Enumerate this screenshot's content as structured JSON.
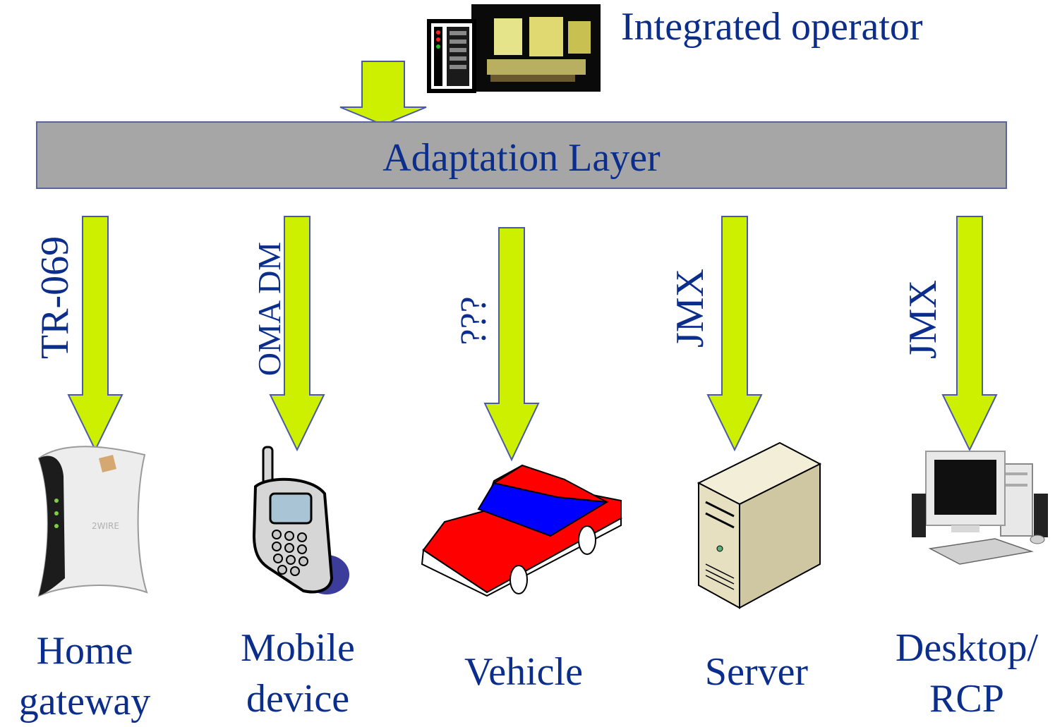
{
  "operator": {
    "label": "Integrated operator"
  },
  "adaptation_layer": {
    "label": "Adaptation Layer"
  },
  "protocols": [
    {
      "label": "TR-069"
    },
    {
      "label": "OMA DM"
    },
    {
      "label": "???"
    },
    {
      "label": "JMX"
    },
    {
      "label": "JMX"
    }
  ],
  "devices": [
    {
      "line1": "Home",
      "line2": "gateway",
      "icon": "home-gateway-icon"
    },
    {
      "line1": "Mobile",
      "line2": "device",
      "icon": "mobile-phone-icon"
    },
    {
      "line1": "Vehicle",
      "line2": "",
      "icon": "car-icon"
    },
    {
      "line1": "Server",
      "line2": "",
      "icon": "server-tower-icon"
    },
    {
      "line1": "Desktop/",
      "line2": "RCP",
      "icon": "desktop-computer-icon"
    }
  ],
  "colors": {
    "text": "#0b2e8c",
    "arrow_fill": "#ccf000",
    "arrow_stroke": "#4b5aa8",
    "layer_fill": "#a6a6a6",
    "car_body": "#ff0000",
    "car_window": "#0000ff"
  }
}
